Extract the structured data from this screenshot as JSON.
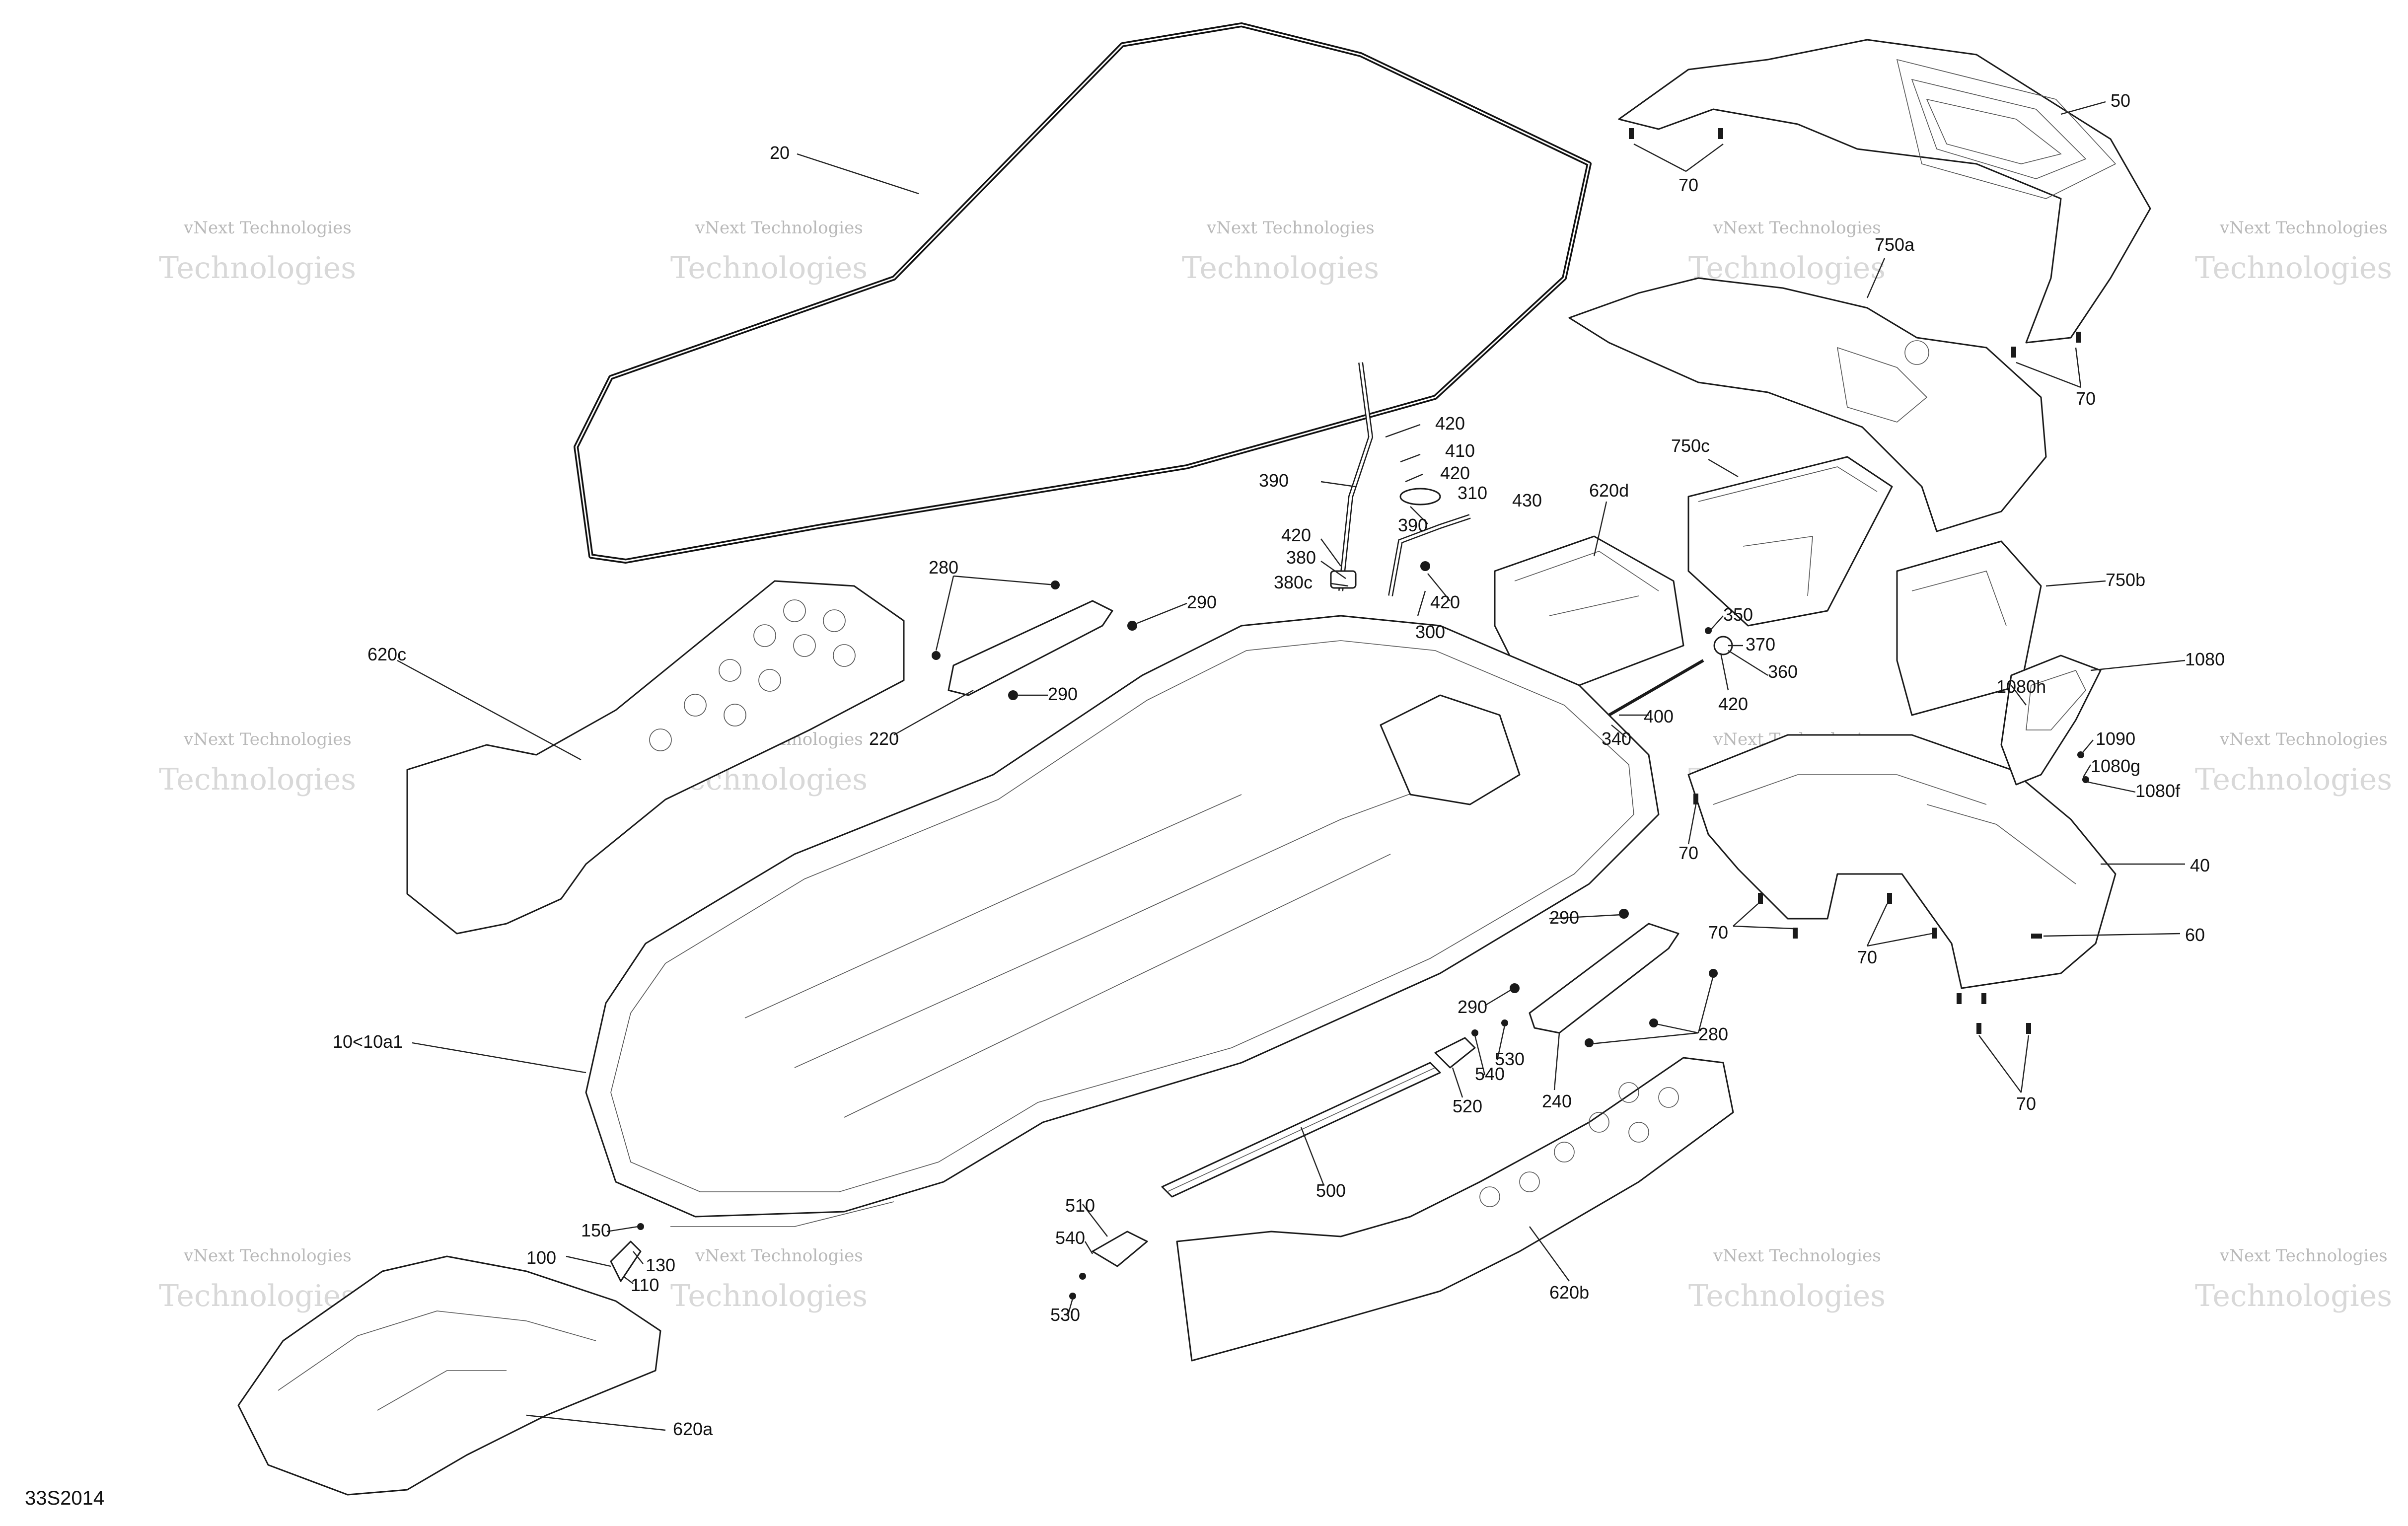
{
  "diagram_code": "33S2014",
  "watermark": {
    "line1": "vNext Technologies",
    "line2": "Technologies"
  },
  "callouts": {
    "c20": "20",
    "c50": "50",
    "c70_top": "70",
    "c750a": "750a",
    "c70_right": "70",
    "c420_a": "420",
    "c410": "410",
    "c420_b": "420",
    "c310": "310",
    "c430": "430",
    "c390_a": "390",
    "c390_b": "390",
    "c620d": "620d",
    "c750c": "750c",
    "c420_c": "420",
    "c380": "380",
    "c380c": "380c",
    "c420_d": "420",
    "c300": "300",
    "c750b": "750b",
    "c280_a": "280",
    "c290_a": "290",
    "c620c": "620c",
    "c290_b": "290",
    "c220": "220",
    "c350": "350",
    "c370": "370",
    "c360": "360",
    "c420_e": "420",
    "c400": "400",
    "c340": "340",
    "c1080": "1080",
    "c1080h": "1080h",
    "c1090": "1090",
    "c1080g": "1080g",
    "c1080f": "1080f",
    "c70_mid": "70",
    "c40": "40",
    "c70_low_a": "70",
    "c70_low_b": "70",
    "c60": "60",
    "c70_bottom": "70",
    "c290_c": "290",
    "c290_d": "290",
    "c280_b": "280",
    "c10": "10<10a1",
    "c530_a": "530",
    "c540_a": "540",
    "c520": "520",
    "c240": "240",
    "c500": "500",
    "c510": "510",
    "c540_b": "540",
    "c530_b": "530",
    "c150": "150",
    "c100": "100",
    "c130": "130",
    "c110": "110",
    "c620b": "620b",
    "c620a": "620a"
  }
}
